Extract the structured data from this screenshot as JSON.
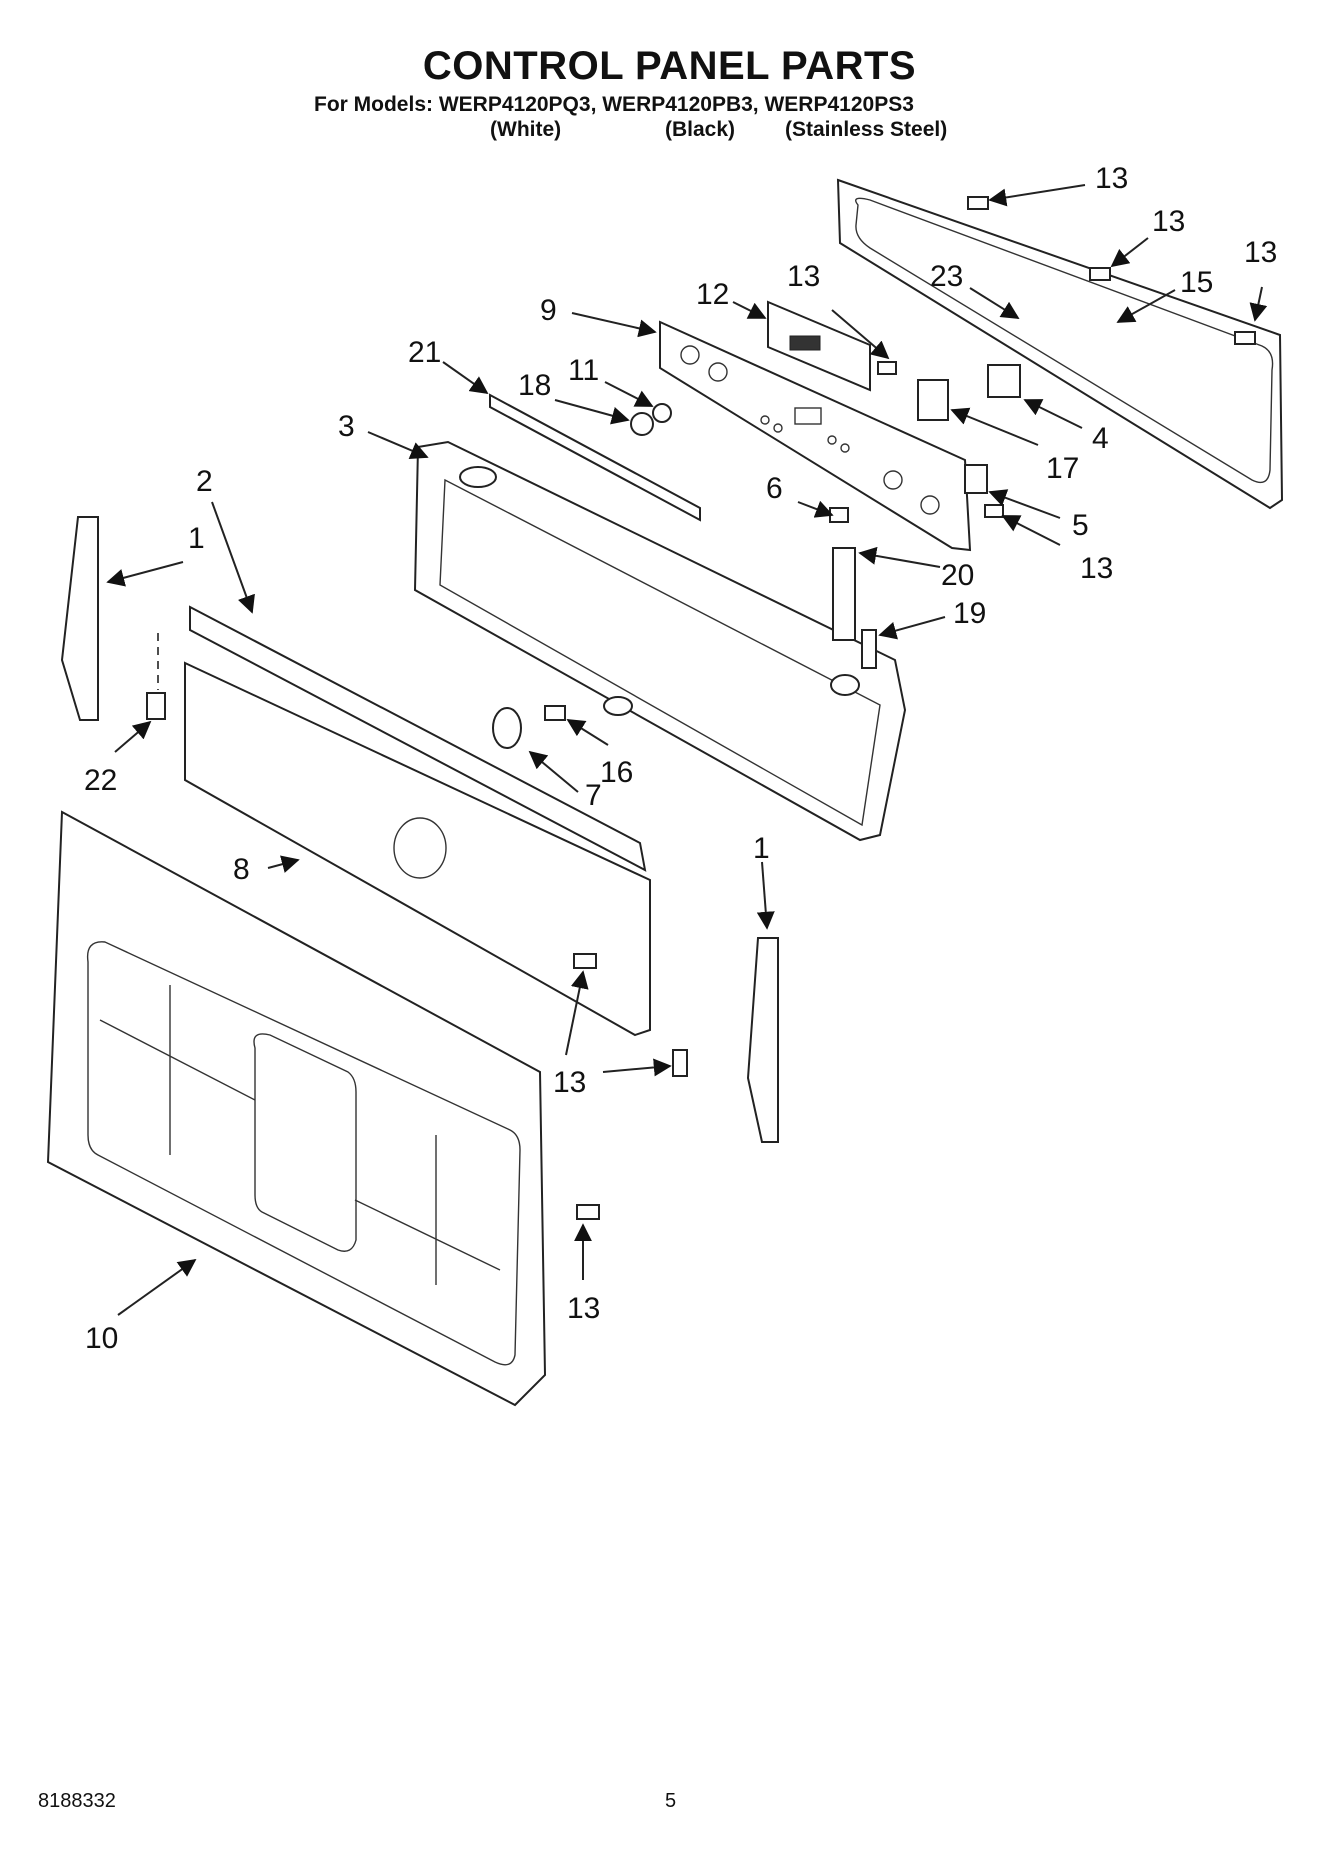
{
  "title": "CONTROL PANEL PARTS",
  "subtitle": "For Models: WERP4120PQ3, WERP4120PB3, WERP4120PS3",
  "variants": [
    "(White)",
    "(Black)",
    "(Stainless Steel)"
  ],
  "callouts": [
    "13",
    "13",
    "13",
    "23",
    "15",
    "13",
    "12",
    "9",
    "21",
    "18",
    "11",
    "3",
    "4",
    "17",
    "2",
    "1",
    "6",
    "5",
    "13",
    "20",
    "19",
    "22",
    "16",
    "7",
    "1",
    "8",
    "13",
    "13",
    "10"
  ],
  "footer": {
    "doc_number": "8188332",
    "page_number": "5"
  }
}
